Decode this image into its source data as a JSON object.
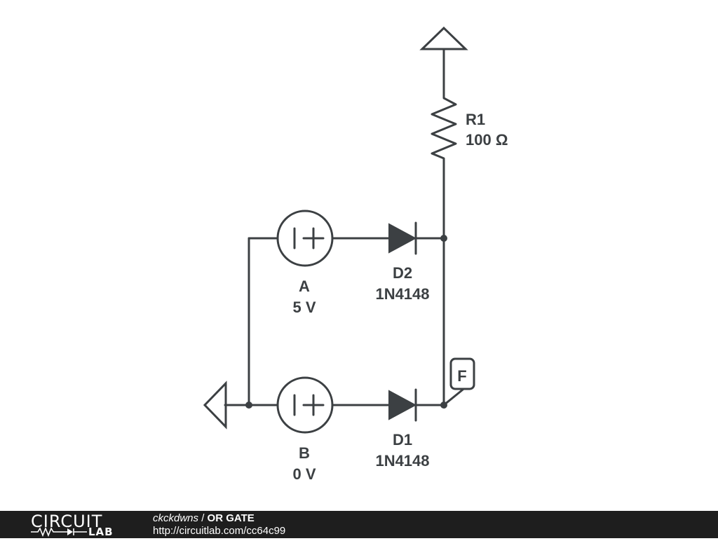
{
  "components": {
    "r1": {
      "ref": "R1",
      "value": "100 Ω"
    },
    "d2": {
      "ref": "D2",
      "part": "1N4148"
    },
    "d1": {
      "ref": "D1",
      "part": "1N4148"
    },
    "source_a": {
      "name": "A",
      "voltage": "5 V"
    },
    "source_b": {
      "name": "B",
      "voltage": "0 V"
    },
    "probe_f": {
      "label": "F"
    }
  },
  "footer": {
    "brand_top": "CIRCUIT",
    "brand_bottom": "LAB",
    "author": "ckckdwns",
    "separator": " / ",
    "title": "OR GATE",
    "url": "http://circuitlab.com/cc64c99"
  },
  "colors": {
    "ink": "#3c4043",
    "footer_bg": "#1e1e1e"
  }
}
